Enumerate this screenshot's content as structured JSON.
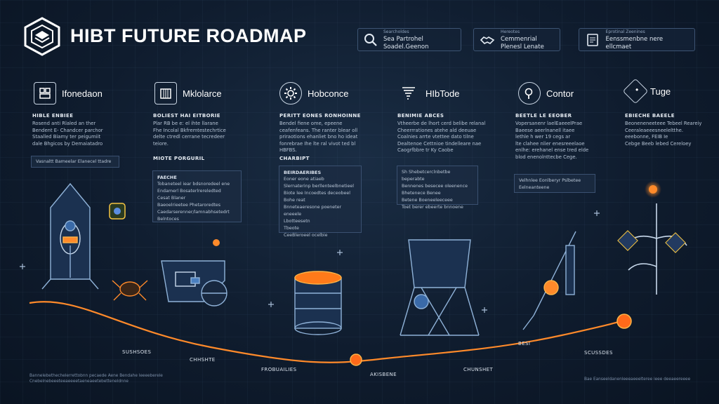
{
  "header": {
    "title": "HIBT FUTURE ROADMAP",
    "buttons": [
      {
        "small": "Searcholdes",
        "label": "Sea Partrohel Soadel.Geenon",
        "icon": "search-icon"
      },
      {
        "small": "Hereotes",
        "label": "Cemmenrial Plenesl Lenate",
        "icon": "handshake-icon"
      },
      {
        "small": "Eprotinal Zeenines",
        "label": "Eenssmenbne nere ellcmaet",
        "icon": "document-icon"
      }
    ]
  },
  "columns": [
    {
      "id": "col-1",
      "label": "Ifonedaon",
      "icon": "grid-icon",
      "subtitle": "HIBLE ENBIEE",
      "body": [
        "Rosend anti Rlaled an ther",
        "Bendent E- Chandcer parchor",
        "Staalled Biamy ter peigumiit",
        "dale Bhgicos by Demaiatadro"
      ],
      "box_lines": [
        "Vasnaltt Bameelar Elanecel ttadre"
      ]
    },
    {
      "id": "col-2",
      "label": "Mklolarce",
      "icon": "building-icon",
      "subtitle": "BOLIEST HAI EITBORIE",
      "body": [
        "Plar RB be e: el ihte llarane",
        "Fhe Incolal Bkfremtestechrtice",
        "delte ctredl cerrane tecredeer",
        "teiore."
      ],
      "box_sub": "MIOTE PORGURIL",
      "box_head": "FAECHE",
      "box_lines": [
        "Tobaneteel iear bdsnoredeel ene",
        "Endamerl Bosaterlrereledted",
        "Cesat Blaner",
        "Baeoelrieetee Phetaroredtes",
        "Caedarserenner/lamnabhsetedrt",
        "Belntoces"
      ]
    },
    {
      "id": "col-3",
      "label": "Hobconce",
      "icon": "gear-icon",
      "subtitle": "PERITT EONES RONHOINNE",
      "body": [
        "Bendel fiene ome, epeene",
        "ceafenfeans. The ranter blear oll",
        "priraotions ehanliet bno ho ideat",
        "fonrebrae Ihe lte ral vivot ted bl",
        "HBFBS."
      ],
      "box_sub": "CHARBIPT",
      "box_head": "BEIRDAERIBES",
      "box_lines": [
        "Eoner eone atiaeb",
        "Slernaterinp berllenteelbnetieel",
        "Biote lee Incoedtes deceobeel",
        "Bohe reat",
        "Bnneteaeresone poeneter eneeele",
        "Lbotteesetn",
        "Tbeote",
        "CeeBleroeel ocelbie"
      ]
    },
    {
      "id": "col-4",
      "label": "HIbTode",
      "icon": "tornado-icon",
      "subtitle": "BENIMIE ABCES",
      "body": [
        "Vtheerbe de lhort cerd belibe relanal",
        "Cheerrrationes atehe ald deeuae",
        "Coalnies arrte vtettee dato tilne",
        "Dealtenoe Cettnioe tindelleare nae",
        "Caogrfbbre tr Ky Caobe"
      ],
      "box_lines": [
        "Sh Shebetcerclnbetbe beperabte",
        "Bennenes besecee oleenence",
        "Bhetenece Benee",
        "Betene Boeneeleeceee",
        "Toet berer ebeerte bnnoene"
      ]
    },
    {
      "id": "col-5",
      "label": "Contor",
      "icon": "magnifier-icon",
      "subtitle": "BEETLE LE EEOBER",
      "body": [
        "Vopersanenr laelEaeeelPrae",
        "Baeese aeerlnanell itaee",
        "lethle h wer 19 cegs ar",
        "lte clahee nlier enesreeelaoe",
        "enlhe: erehanel ense tred elde",
        "blod enenolnttecbe Cege."
      ],
      "box_lines": [
        "Velhnlee Eonlberyr Pslbetee",
        "Eelneanteene"
      ]
    },
    {
      "id": "col-6",
      "label": "Tuge",
      "icon": "tag-icon",
      "subtitle": "EBIECHE BAEELE",
      "body": [
        "Beoneneneeteee Tebeel Reareiy",
        "Ceeraleaeeesneeleltthe.",
        "eeebonne, FEIB Ie",
        "Cebge Beeb lebed Cereloey"
      ]
    }
  ],
  "milestones": [
    "SUSHSOES",
    "CHHSHTE",
    "FROBUAILIES",
    "AKISBENE",
    "CHUNSHET",
    "BESI",
    "SCUSSDES"
  ],
  "footer": {
    "left": [
      "Bannelebethechelerrettobnn pecaede Aene Bendahe leeeeberele",
      "Cnebelnebeeeteeaeeeetaeneaeetebetteneldnne"
    ],
    "right": "Bae Eanseeldanenleeeaeeelteree ieee deeaeereeee"
  },
  "colors": {
    "accent": "#ff7a1a",
    "line": "#4a6a90",
    "glow": "#ffb347"
  }
}
